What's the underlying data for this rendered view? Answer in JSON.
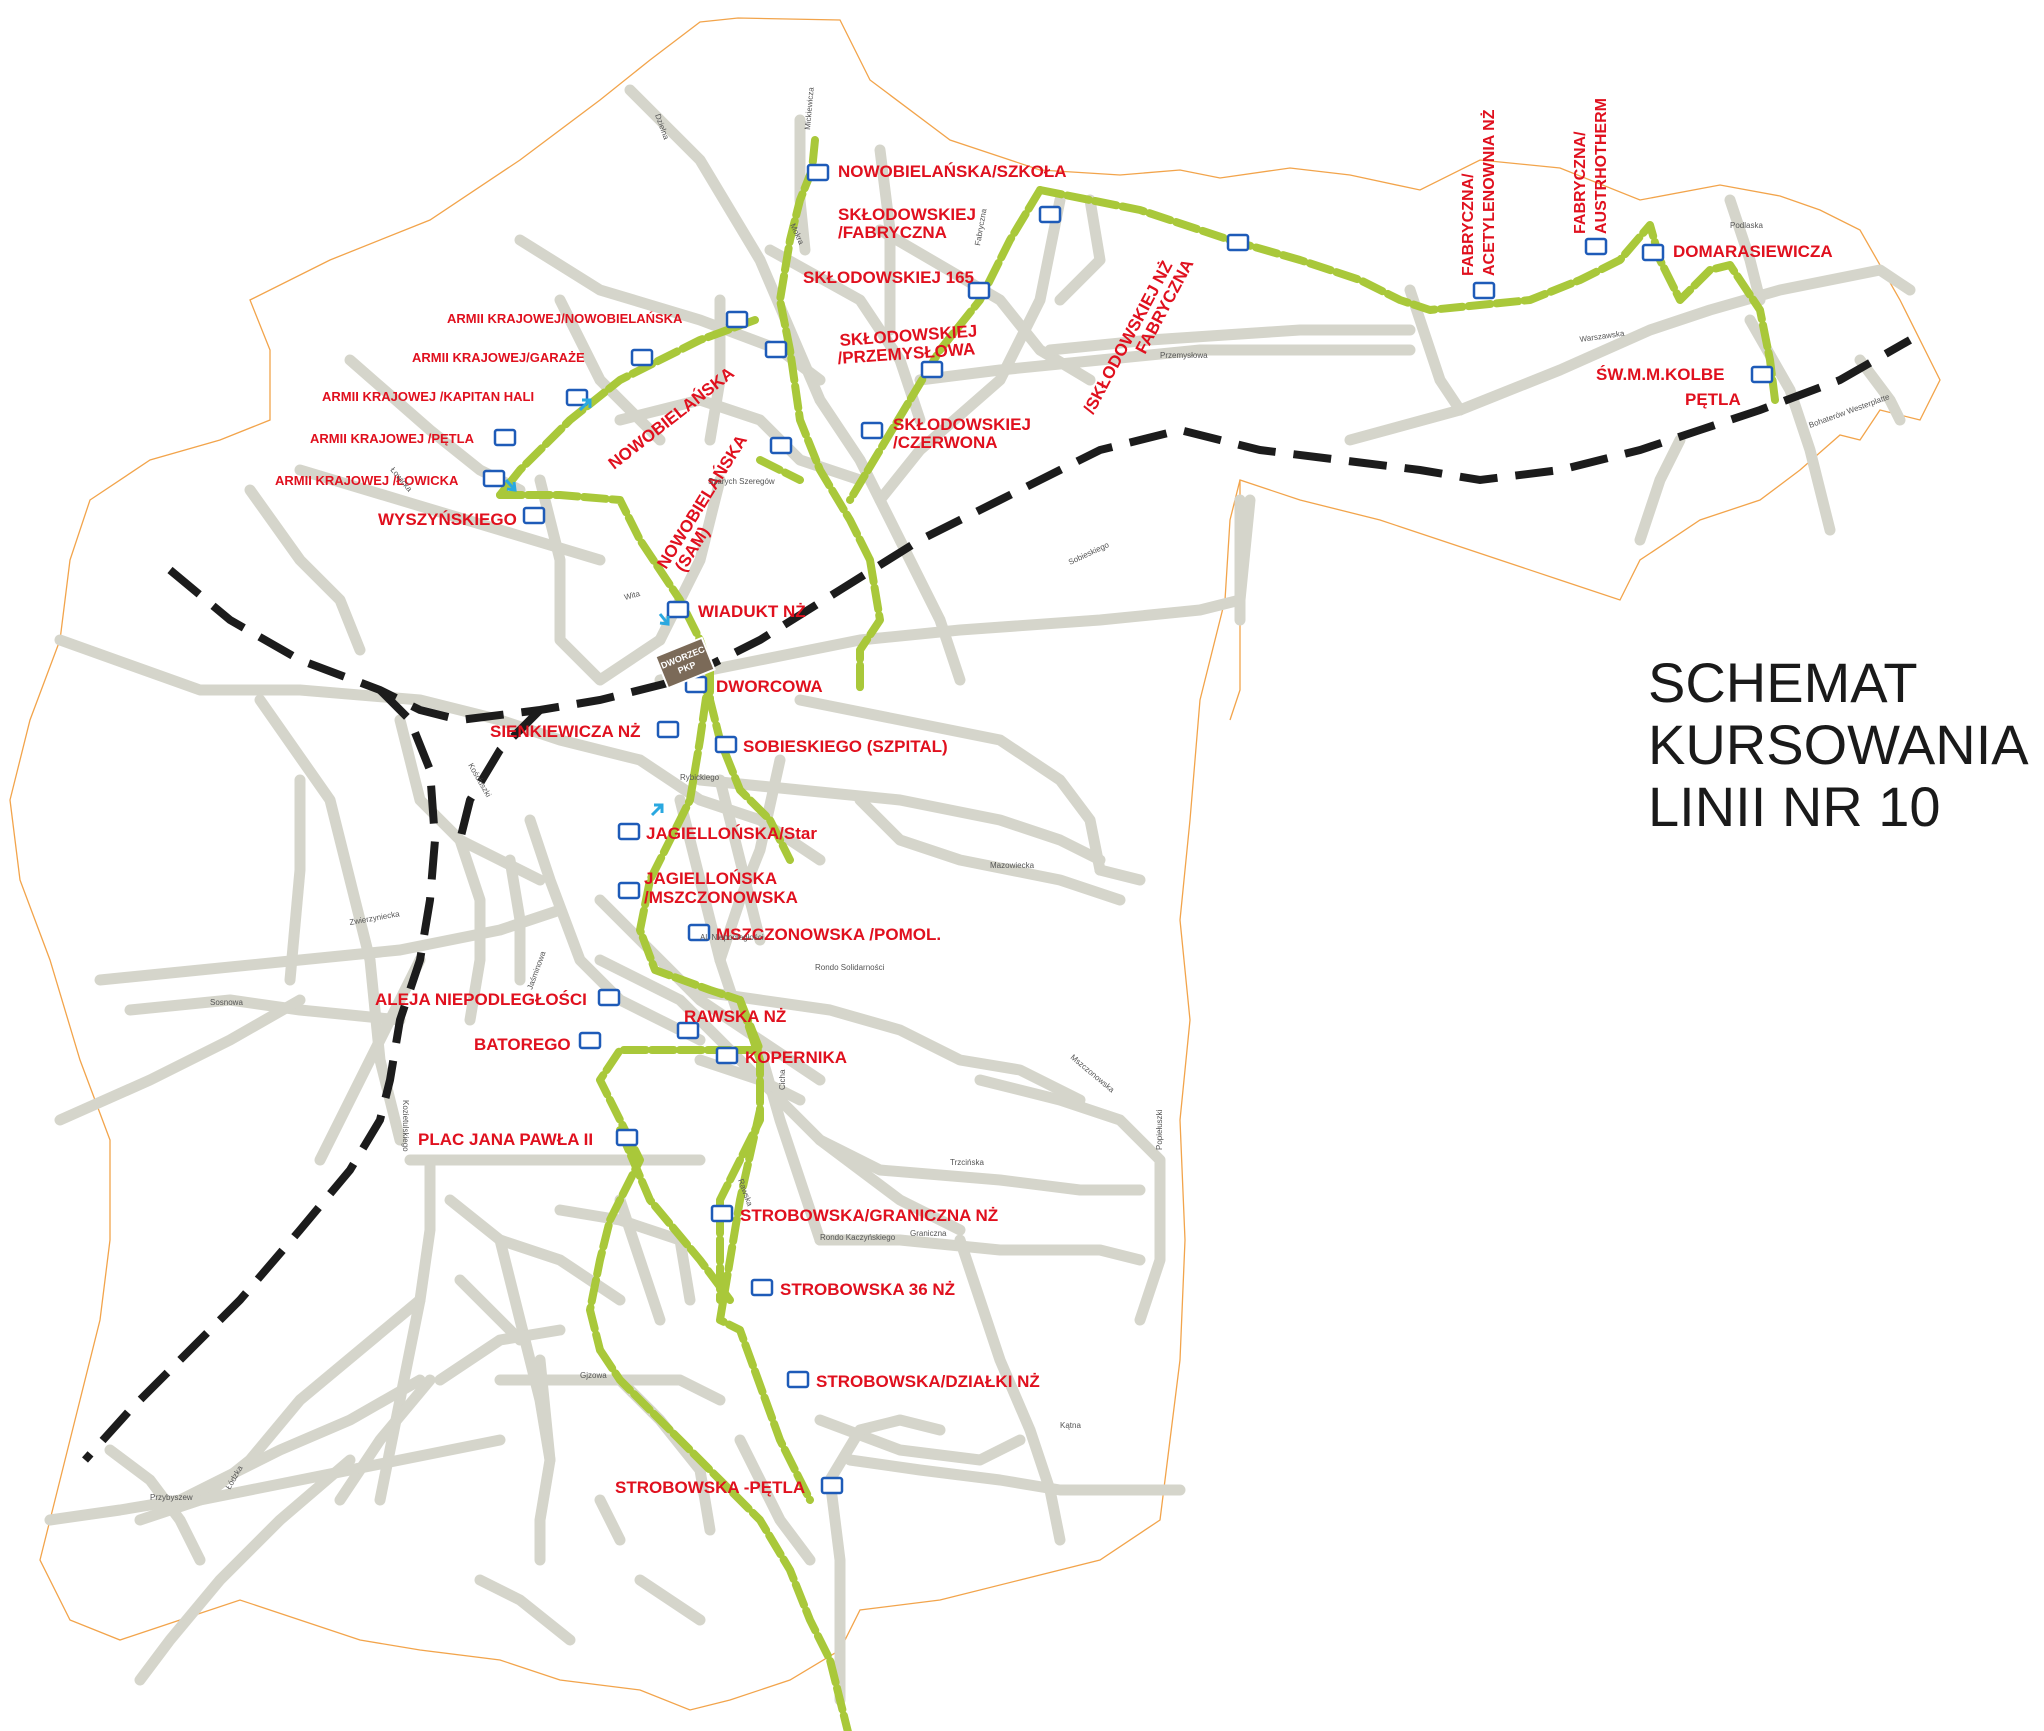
{
  "title": {
    "line1": "SCHEMAT",
    "line2": "KURSOWANIA",
    "line3": "LINII NR 10"
  },
  "station": {
    "line1": "DWORZEC",
    "line2": "PKP"
  },
  "colors": {
    "route": "#a9c83a",
    "road": "#d5d5cb",
    "railway": "#1c1c1c",
    "boundary": "#f2a44b",
    "label": "#e0101e",
    "stop_icon": "#1e5bb8",
    "station_box": "#7b6a58"
  },
  "stops": [
    {
      "name": "NOWOBIELAŃSKA/SZKOŁA"
    },
    {
      "name": "SKŁODOWSKIEJ"
    },
    {
      "name": "/FABRYCZNA"
    },
    {
      "name": "SKŁODOWSKIEJ 165"
    },
    {
      "name": "ARMII KRAJOWEJ/NOWOBIELAŃSKA"
    },
    {
      "name": "ARMII KRAJOWEJ/GARAŻE"
    },
    {
      "name": "ARMII KRAJOWEJ /KAPITAN HALI"
    },
    {
      "name": "ARMII KRAJOWEJ /PĘTLA"
    },
    {
      "name": "ARMII KRAJOWEJ /ŁOWICKA"
    },
    {
      "name": "WYSZYŃSKIEGO"
    },
    {
      "name": "SKŁODOWSKIEJ"
    },
    {
      "name": "/PRZEMYSŁOWA"
    },
    {
      "name": "SKŁODOWSKIEJ"
    },
    {
      "name": "/CZERWONA"
    },
    {
      "name": "NOWOBIELAŃSKA"
    },
    {
      "name": "NOWOBIELAŃSKA"
    },
    {
      "name": "(SAM)"
    },
    {
      "name": "FABRYCZNA"
    },
    {
      "name": "/SKŁODOWSKIEJ NŻ"
    },
    {
      "name": "FABRYCZNA/"
    },
    {
      "name": "ACETYLENOWNIA NŻ"
    },
    {
      "name": "FABRYCZNA/"
    },
    {
      "name": "AUSTRHOTHERM"
    },
    {
      "name": "DOMARASIEWICZA"
    },
    {
      "name": "ŚW.M.M.KOLBE"
    },
    {
      "name": "PĘTLA"
    },
    {
      "name": "WIADUKT NŻ"
    },
    {
      "name": "DWORCOWA"
    },
    {
      "name": "SIENKIEWICZA NŻ"
    },
    {
      "name": "SOBIESKIEGO  (SZPITAL)"
    },
    {
      "name": "JAGIELLOŃSKA/Star"
    },
    {
      "name": "JAGIELLOŃSKA"
    },
    {
      "name": "/MSZCZONOWSKA"
    },
    {
      "name": "MSZCZONOWSKA /POMOL."
    },
    {
      "name": "ALEJA NIEPODLEGŁOŚCI"
    },
    {
      "name": "RAWSKA NŻ"
    },
    {
      "name": "BATOREGO"
    },
    {
      "name": "KOPERNIKA"
    },
    {
      "name": "PLAC  JANA PAWŁA II"
    },
    {
      "name": "STROBOWSKA/GRANICZNA NŻ"
    },
    {
      "name": "STROBOWSKA 36 NŻ"
    },
    {
      "name": "STROBOWSKA/DZIAŁKI NŻ"
    },
    {
      "name": "STROBOWSKA -PĘTLA"
    }
  ],
  "streets": [
    "Dzielna",
    "Mokra",
    "Mickiewicza",
    "Przemysłowa",
    "Szarych Szeregów",
    "Łowicka",
    "Wita",
    "Rybickiego",
    "Mazowiecka",
    "Zwierzyniecka",
    "Sosnowa",
    "Kościuszki",
    "Mszczonowska",
    "Trzcińska",
    "Graniczna",
    "Kątna",
    "Popiełuszki",
    "Kozietulskiego",
    "Sobieskiego",
    "Warszawska",
    "Podlaska",
    "Bohaterów Westerplatte",
    "Al. Niepodległości",
    "Rondo Solidarności",
    "Rondo Kaczyńskiego",
    "Rawska",
    "Cicha",
    "Jaśminowa",
    "Gjzowa",
    "Przybyszew",
    "Łódzka",
    "Fabryczna"
  ]
}
